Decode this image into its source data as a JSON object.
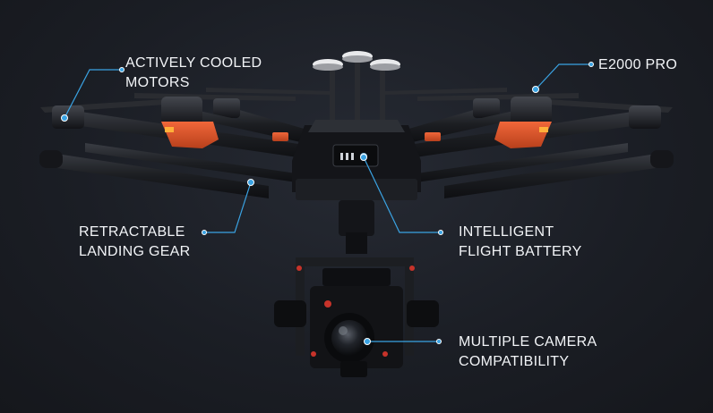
{
  "accent_color": "#3aa3e3",
  "body_color": "#101114",
  "highlight_color": "#e2542a",
  "callouts": {
    "motors": {
      "line1": "ACTIVELY COOLED",
      "line2": "MOTORS"
    },
    "propulsion": {
      "line1": "E2000 PRO"
    },
    "landing_gear": {
      "line1": "RETRACTABLE",
      "line2": "LANDING GEAR"
    },
    "battery": {
      "line1": "INTELLIGENT",
      "line2": "FLIGHT BATTERY"
    },
    "camera": {
      "line1": "MULTIPLE CAMERA",
      "line2": "COMPATIBILITY"
    }
  }
}
